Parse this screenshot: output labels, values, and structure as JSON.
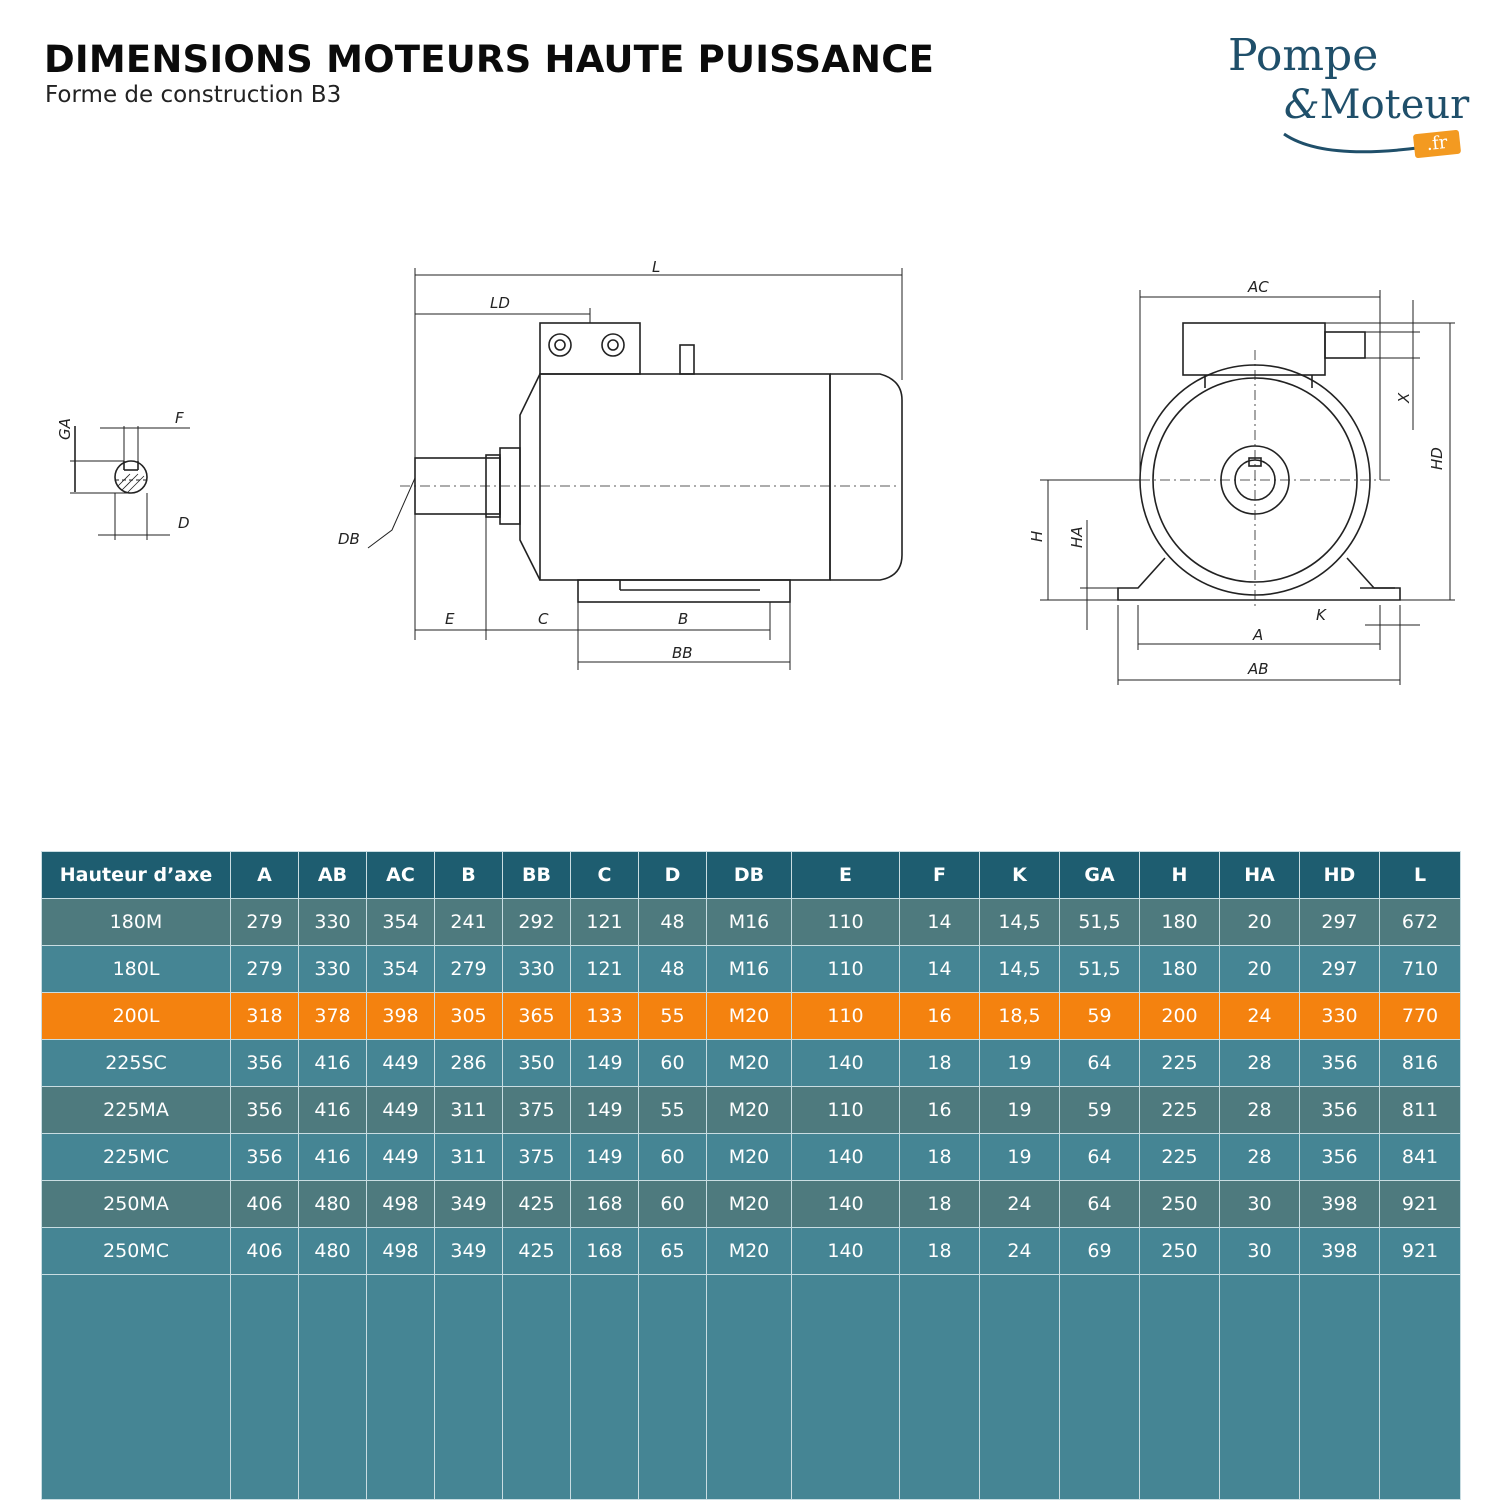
{
  "header": {
    "title": "DIMENSIONS MOTEURS HAUTE PUISSANCE",
    "subtitle": "Forme de construction B3"
  },
  "logo": {
    "line1": "Pompe",
    "ampersand": "&",
    "line2": "Moteur",
    "tld": ".fr",
    "color": "#1f4f6a",
    "accent": "#f39a21"
  },
  "drawing_labels": {
    "GA": "GA",
    "F": "F",
    "D": "D",
    "DB": "DB",
    "L": "L",
    "LD": "LD",
    "E": "E",
    "C": "C",
    "B": "B",
    "BB": "BB",
    "AC": "AC",
    "X": "X",
    "HD": "HD",
    "H": "H",
    "HA": "HA",
    "K": "K",
    "A": "A",
    "AB": "AB"
  },
  "table": {
    "headers": [
      "Hauteur d’axe",
      "A",
      "AB",
      "AC",
      "B",
      "BB",
      "C",
      "D",
      "DB",
      "E",
      "F",
      "K",
      "GA",
      "H",
      "HA",
      "HD",
      "L"
    ],
    "rows": [
      [
        "180M",
        "279",
        "330",
        "354",
        "241",
        "292",
        "121",
        "48",
        "M16",
        "110",
        "14",
        "14,5",
        "51,5",
        "180",
        "20",
        "297",
        "672"
      ],
      [
        "180L",
        "279",
        "330",
        "354",
        "279",
        "330",
        "121",
        "48",
        "M16",
        "110",
        "14",
        "14,5",
        "51,5",
        "180",
        "20",
        "297",
        "710"
      ],
      [
        "200L",
        "318",
        "378",
        "398",
        "305",
        "365",
        "133",
        "55",
        "M20",
        "110",
        "16",
        "18,5",
        "59",
        "200",
        "24",
        "330",
        "770"
      ],
      [
        "225SC",
        "356",
        "416",
        "449",
        "286",
        "350",
        "149",
        "60",
        "M20",
        "140",
        "18",
        "19",
        "64",
        "225",
        "28",
        "356",
        "816"
      ],
      [
        "225MA",
        "356",
        "416",
        "449",
        "311",
        "375",
        "149",
        "55",
        "M20",
        "110",
        "16",
        "19",
        "59",
        "225",
        "28",
        "356",
        "811"
      ],
      [
        "225MC",
        "356",
        "416",
        "449",
        "311",
        "375",
        "149",
        "60",
        "M20",
        "140",
        "18",
        "19",
        "64",
        "225",
        "28",
        "356",
        "841"
      ],
      [
        "250MA",
        "406",
        "480",
        "498",
        "349",
        "425",
        "168",
        "60",
        "M20",
        "140",
        "18",
        "24",
        "64",
        "250",
        "30",
        "398",
        "921"
      ],
      [
        "250MC",
        "406",
        "480",
        "498",
        "349",
        "425",
        "168",
        "65",
        "M20",
        "140",
        "18",
        "24",
        "69",
        "250",
        "30",
        "398",
        "921"
      ]
    ],
    "highlight_row": "200L",
    "colors": {
      "header_bg": "#1e5d70",
      "row_dark": "#4e7a7e",
      "row_light": "#458594",
      "highlight": "#f4820f"
    }
  }
}
